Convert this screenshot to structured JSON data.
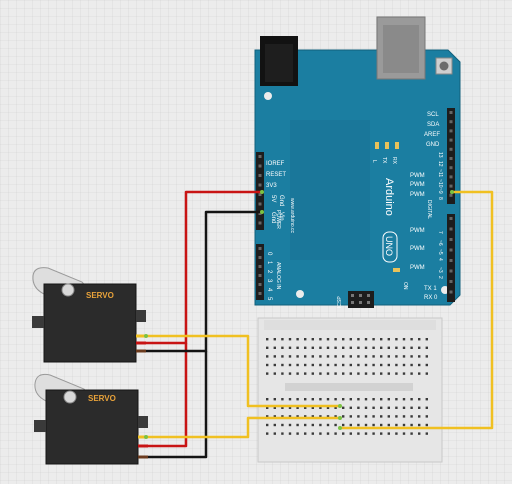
{
  "board": {
    "brand": "Arduino",
    "model": "UNO",
    "url": "www.arduino.cc",
    "icsp": "ICSP",
    "on": "ON",
    "digital": "DIGITAL",
    "analog_in": "ANALOG IN",
    "power": "POWER",
    "header_left": [
      "IOREF",
      "RESET",
      "3V3",
      "5V",
      "Gnd",
      "Gnd",
      "Vin"
    ],
    "analog_pins": [
      "0",
      "1",
      "2",
      "3",
      "4",
      "5"
    ],
    "header_right_top": [
      "SCL",
      "SDA",
      "AREF",
      "GND",
      "13",
      "12",
      "~11",
      "~10",
      "~9",
      "8"
    ],
    "pwm_labels": [
      "PWM",
      "PWM",
      "PWM",
      "PWM",
      "PWM",
      "PWM"
    ],
    "header_right_bottom": [
      "7",
      "~6",
      "~5",
      "4",
      "~3",
      "2",
      "TX 1",
      "RX 0"
    ],
    "led_labels": [
      "L",
      "TX",
      "RX"
    ]
  },
  "servos": [
    {
      "label": "SERVO"
    },
    {
      "label": "SERVO"
    }
  ],
  "colors": {
    "background": "#ededed",
    "grid": "#c9c9c9",
    "board": "#1b7ea1",
    "board_dark": "#15647f",
    "servo_body": "#2b2b2b",
    "servo_label": "#e8a23a",
    "wire_red": "#c81414",
    "wire_black": "#141414",
    "wire_yellow": "#f0c021",
    "breadboard": "#e9e9e9"
  }
}
